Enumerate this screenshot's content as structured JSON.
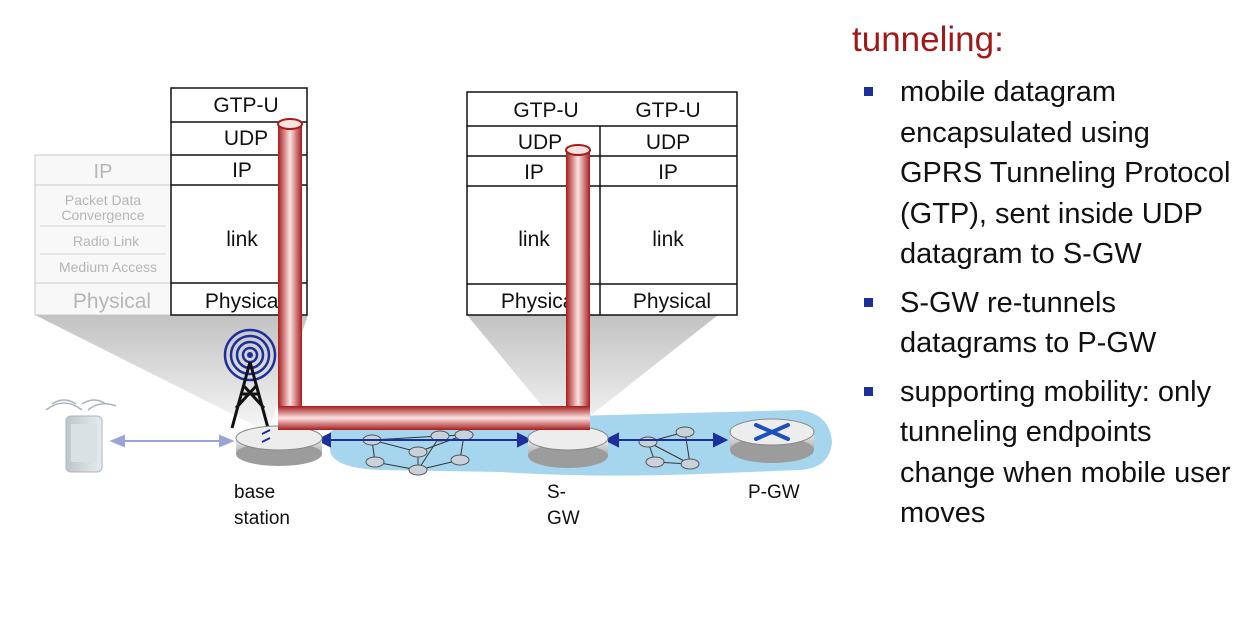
{
  "colors": {
    "heading": "#a01818",
    "bullet": "#1c2f9a",
    "tunnel_tube": "#c62a2a",
    "network_cloud": "#a6d6ee",
    "link_arrow": "#1c2f9a"
  },
  "bullets_panel": {
    "heading": "tunneling:",
    "bullets": [
      "mobile datagram encapsulated using GPRS Tunneling Protocol (GTP), sent inside UDP datagram to S-GW",
      "S-GW re-tunnels datagrams to P-GW",
      "supporting mobility: only tunneling endpoints change when mobile user moves"
    ]
  },
  "diagram": {
    "base_station": {
      "label_line1": "base",
      "label_line2": "station",
      "stack": [
        "GTP-U",
        "UDP",
        "IP",
        "link",
        "Physical"
      ]
    },
    "radio_stack": {
      "ip": "IP",
      "pdc_line1": "Packet Data",
      "pdc_line2": "Convergence",
      "radio_link": "Radio Link",
      "medium_access": "Medium Access",
      "physical": "Physical"
    },
    "sgw": {
      "label_line1": "S-",
      "label_line2": "GW",
      "stack_left": [
        "GTP-U",
        "UDP",
        "IP",
        "link",
        "Physical"
      ],
      "stack_right": [
        "GTP-U",
        "UDP",
        "IP",
        "link",
        "Physical"
      ]
    },
    "pgw": {
      "label": "P-GW"
    }
  }
}
